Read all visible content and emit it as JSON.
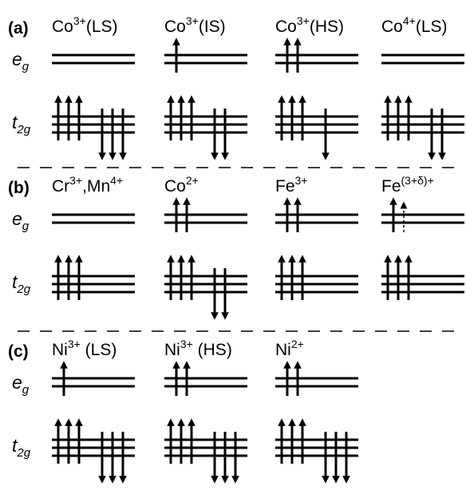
{
  "colors": {
    "ink": "#000000",
    "background": "#ffffff"
  },
  "orbitals": {
    "eg": {
      "main": "e",
      "sub": "g"
    },
    "t2g": {
      "main": "t",
      "sub": "2g"
    }
  },
  "panels": [
    {
      "label": "(a)",
      "ions": [
        {
          "parts": [
            {
              "t": "Co"
            },
            {
              "t": "3+",
              "sup": true
            },
            {
              "t": "(LS)"
            }
          ],
          "eg": {
            "up": 0,
            "down": 0,
            "partial": 0
          },
          "t2g": {
            "up": 3,
            "down": 3
          }
        },
        {
          "parts": [
            {
              "t": "Co"
            },
            {
              "t": "3+",
              "sup": true
            },
            {
              "t": "(IS)"
            }
          ],
          "eg": {
            "up": 1,
            "down": 0,
            "partial": 0
          },
          "t2g": {
            "up": 3,
            "down": 2
          }
        },
        {
          "parts": [
            {
              "t": "Co"
            },
            {
              "t": "3+",
              "sup": true
            },
            {
              "t": "(HS)"
            }
          ],
          "eg": {
            "up": 2,
            "down": 0,
            "partial": 0
          },
          "t2g": {
            "up": 3,
            "down": 1
          }
        },
        {
          "parts": [
            {
              "t": "Co"
            },
            {
              "t": "4+",
              "sup": true
            },
            {
              "t": "(LS)"
            }
          ],
          "eg": {
            "up": 0,
            "down": 0,
            "partial": 0
          },
          "t2g": {
            "up": 3,
            "down": 2
          }
        }
      ]
    },
    {
      "label": "(b)",
      "ions": [
        {
          "parts": [
            {
              "t": "Cr"
            },
            {
              "t": "3+",
              "sup": true
            },
            {
              "t": ",Mn"
            },
            {
              "t": "4+",
              "sup": true
            }
          ],
          "eg": {
            "up": 0,
            "down": 0,
            "partial": 0
          },
          "t2g": {
            "up": 3,
            "down": 0
          }
        },
        {
          "parts": [
            {
              "t": "Co"
            },
            {
              "t": "2+",
              "sup": true
            }
          ],
          "eg": {
            "up": 2,
            "down": 0,
            "partial": 0
          },
          "t2g": {
            "up": 3,
            "down": 2
          }
        },
        {
          "parts": [
            {
              "t": "Fe"
            },
            {
              "t": "3+",
              "sup": true
            }
          ],
          "eg": {
            "up": 2,
            "down": 0,
            "partial": 0
          },
          "t2g": {
            "up": 3,
            "down": 0
          }
        },
        {
          "parts": [
            {
              "t": "Fe"
            },
            {
              "t": "(3+δ)+",
              "sup": true
            }
          ],
          "eg": {
            "up": 1,
            "down": 0,
            "partial": 1
          },
          "t2g": {
            "up": 3,
            "down": 0
          }
        }
      ]
    },
    {
      "label": "(c)",
      "ions": [
        {
          "parts": [
            {
              "t": "Ni"
            },
            {
              "t": "3+",
              "sup": true
            },
            {
              "t": " (LS)"
            }
          ],
          "eg": {
            "up": 1,
            "down": 0,
            "partial": 0
          },
          "t2g": {
            "up": 3,
            "down": 3
          }
        },
        {
          "parts": [
            {
              "t": "Ni"
            },
            {
              "t": "3+",
              "sup": true
            },
            {
              "t": " (HS)"
            }
          ],
          "eg": {
            "up": 2,
            "down": 0,
            "partial": 0
          },
          "t2g": {
            "up": 3,
            "down": 3
          }
        },
        {
          "parts": [
            {
              "t": "Ni"
            },
            {
              "t": "2+",
              "sup": true
            }
          ],
          "eg": {
            "up": 2,
            "down": 0,
            "partial": 0
          },
          "t2g": {
            "up": 3,
            "down": 3
          }
        }
      ]
    }
  ]
}
